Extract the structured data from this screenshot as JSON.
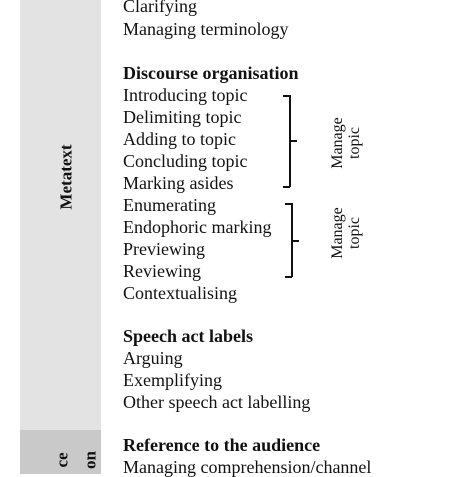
{
  "left_panel": {
    "metatext_label": "Metatext",
    "bottom_label_line1": "ce",
    "bottom_label_line2": "on"
  },
  "top_items": [
    "Clarifying",
    "Managing terminology"
  ],
  "discourse": {
    "heading": "Discourse organisation",
    "items": [
      "Introducing topic",
      "Delimiting topic",
      "Adding to topic",
      "Concluding topic",
      "Marking asides",
      "Enumerating",
      "Endophoric marking",
      "Previewing",
      "Reviewing",
      "Contextualising"
    ]
  },
  "manage_topic_1": {
    "line1": "Manage",
    "line2": "topic"
  },
  "manage_topic_2": {
    "line1": "Manage",
    "line2": "topic"
  },
  "speech_act": {
    "heading": "Speech act labels",
    "items": [
      "Arguing",
      "Exemplifying",
      "Other speech act labelling"
    ]
  },
  "audience": {
    "heading": "Reference to the audience",
    "items": [
      "Managing comprehension/channel"
    ]
  },
  "colors": {
    "band_light": "#e3e3e3",
    "band_dark": "#c9c9c9",
    "text": "#111111"
  }
}
